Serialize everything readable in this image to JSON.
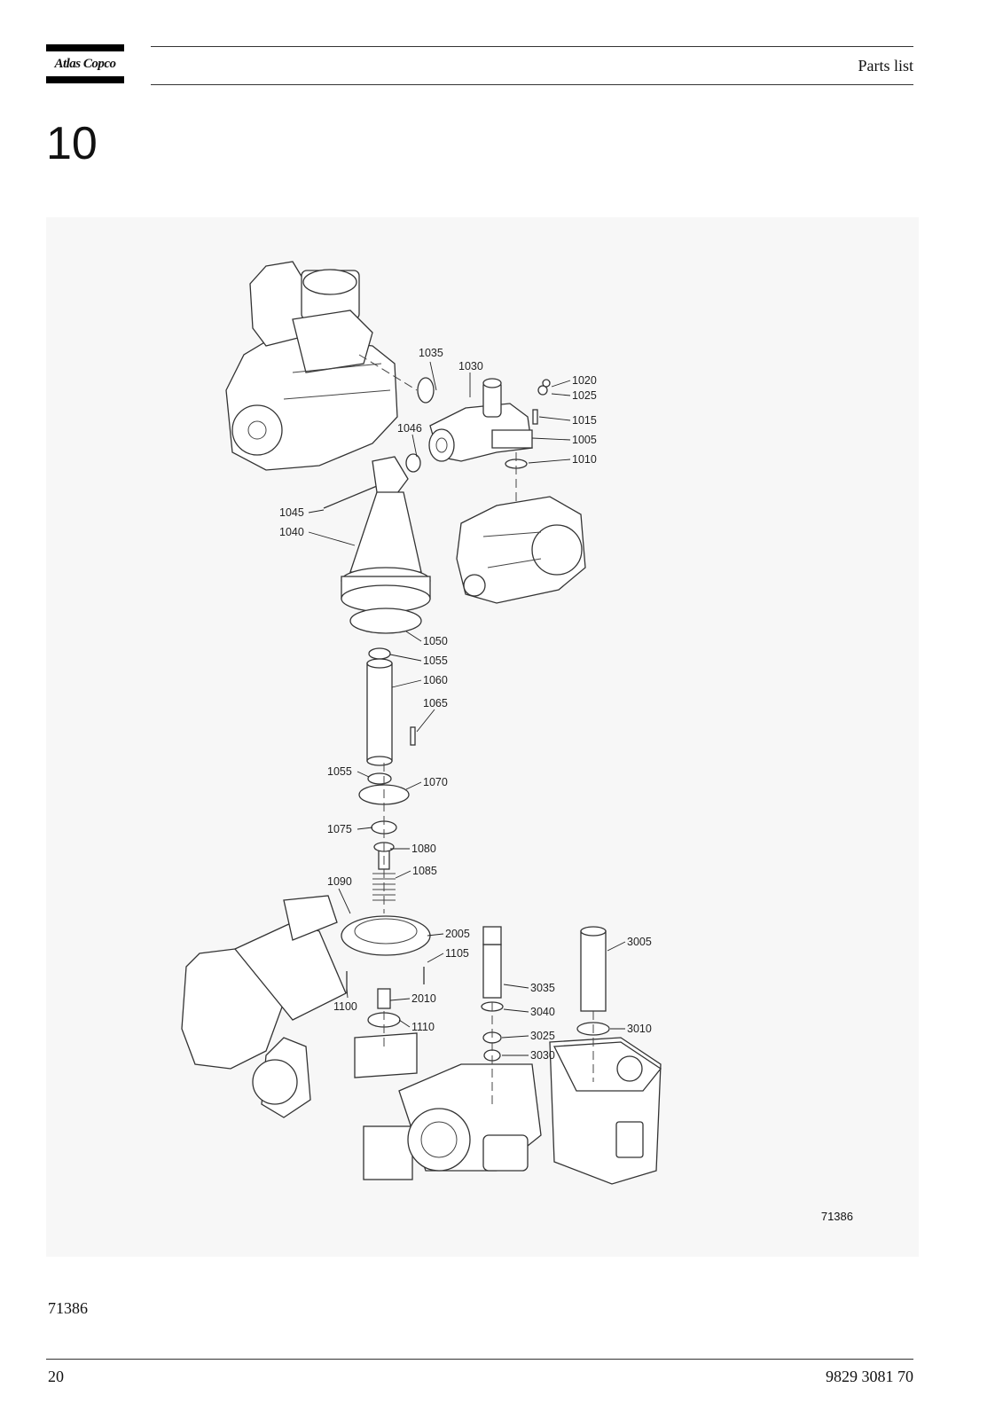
{
  "header": {
    "brand": "Atlas Copco",
    "section_title": "Parts list"
  },
  "chapter_number": "10",
  "figure": {
    "image_number": "71386",
    "callouts": [
      "1035",
      "1030",
      "1020",
      "1025",
      "1015",
      "1005",
      "1010",
      "1046",
      "1045",
      "1040",
      "1050",
      "1055",
      "1060",
      "1065",
      "1055",
      "1070",
      "1075",
      "1080",
      "1085",
      "1090",
      "2005",
      "1105",
      "1100",
      "2010",
      "1110",
      "3035",
      "3040",
      "3025",
      "3030",
      "3005",
      "3010"
    ]
  },
  "caption": "71386",
  "footer": {
    "page_number": "20",
    "document_number": "9829 3081 70"
  }
}
